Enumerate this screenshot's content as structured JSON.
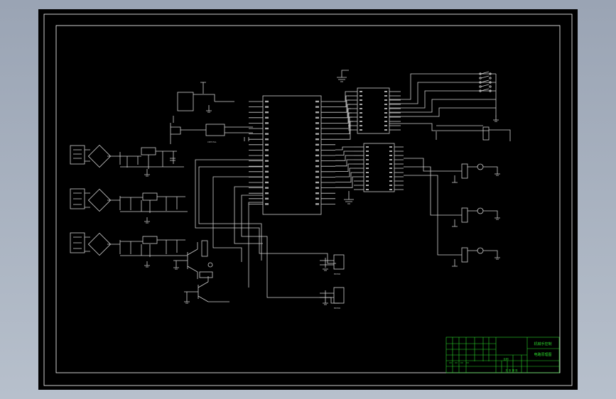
{
  "title_block": {
    "drawing_title": "电路原理图",
    "project_name": "机械手控制",
    "scale_label": "比例",
    "sheet_label": "共 张 第 张"
  },
  "colors": {
    "background": "#000000",
    "wire": "#cfcfcf",
    "title_text": "#2bd62b",
    "outer_frame": "#ffffff"
  }
}
